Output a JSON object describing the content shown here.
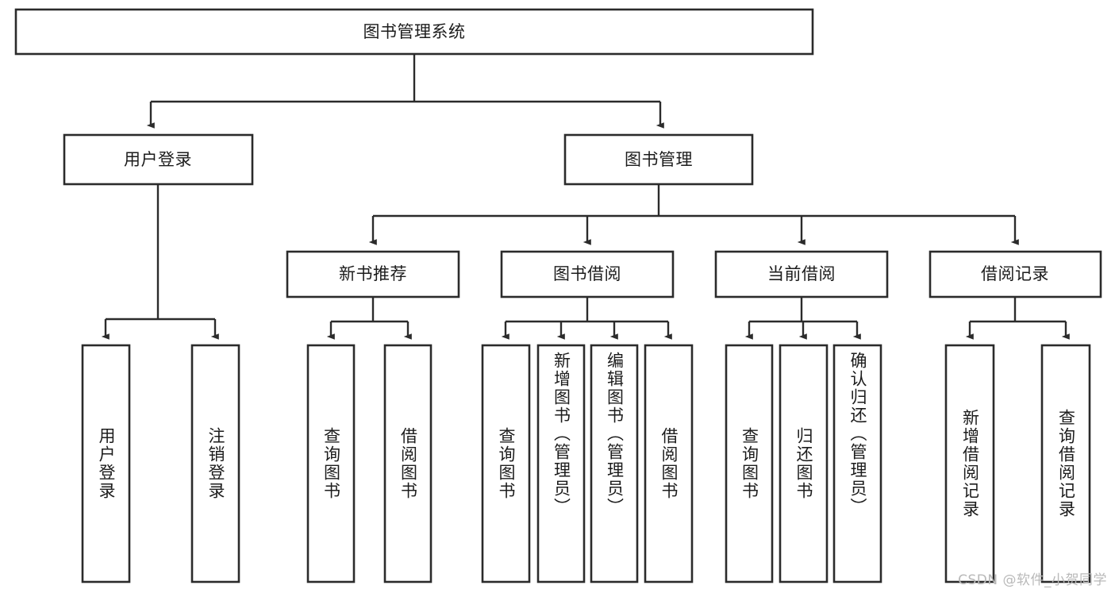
{
  "diagram": {
    "title": "图书管理系统",
    "watermark": "CSDN @软件_小贺同学",
    "levels": {
      "root": {
        "label": "图书管理系统"
      },
      "level2": [
        {
          "id": "user-login",
          "label": "用户登录"
        },
        {
          "id": "book-manage",
          "label": "图书管理"
        }
      ],
      "level3": [
        {
          "id": "new-book-recommend",
          "label": "新书推荐",
          "parent": "book-manage"
        },
        {
          "id": "book-borrow",
          "label": "图书借阅",
          "parent": "book-manage"
        },
        {
          "id": "current-borrow",
          "label": "当前借阅",
          "parent": "book-manage"
        },
        {
          "id": "borrow-record",
          "label": "借阅记录",
          "parent": "book-manage"
        }
      ],
      "leaves": [
        {
          "id": "leaf-user-login",
          "label": "用户登录",
          "parent": "user-login"
        },
        {
          "id": "leaf-logout-login",
          "label": "注销登录",
          "parent": "user-login"
        },
        {
          "id": "leaf-query-book-1",
          "label": "查询图书",
          "parent": "new-book-recommend"
        },
        {
          "id": "leaf-borrow-book-1",
          "label": "借阅图书",
          "parent": "new-book-recommend"
        },
        {
          "id": "leaf-query-book-2",
          "label": "查询图书",
          "parent": "book-borrow"
        },
        {
          "id": "leaf-add-book",
          "label": "新增图书（管理员）",
          "parent": "book-borrow"
        },
        {
          "id": "leaf-edit-book",
          "label": "编辑图书（管理员）",
          "parent": "book-borrow"
        },
        {
          "id": "leaf-borrow-book-2",
          "label": "借阅图书",
          "parent": "book-borrow"
        },
        {
          "id": "leaf-query-book-3",
          "label": "查询图书",
          "parent": "current-borrow"
        },
        {
          "id": "leaf-return-book",
          "label": "归还图书",
          "parent": "current-borrow"
        },
        {
          "id": "leaf-confirm-return",
          "label": "确认归还（管理员）",
          "parent": "current-borrow"
        },
        {
          "id": "leaf-add-record",
          "label": "新增借阅记录",
          "parent": "borrow-record"
        },
        {
          "id": "leaf-query-record",
          "label": "查询借阅记录",
          "parent": "borrow-record"
        }
      ]
    },
    "colors": {
      "stroke": "#2b2b2b",
      "fill": "#ffffff",
      "text": "#1c1c1c",
      "watermark": "#b9b9b9"
    }
  }
}
